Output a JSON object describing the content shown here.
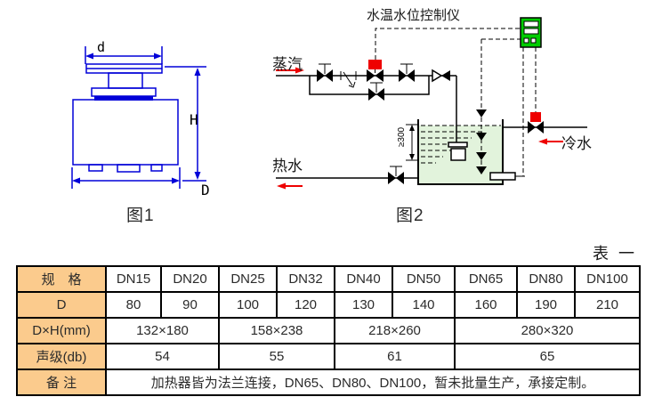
{
  "figure1": {
    "caption": "图1",
    "dim_top": "d",
    "dim_height": "H",
    "dim_diameter": "D",
    "line_color": "#0000d8"
  },
  "figure2": {
    "caption": "图2",
    "controller_label": "水温水位控制仪",
    "steam_label": "蒸汽",
    "hot_water_label": "热水",
    "cold_water_label": "冷水",
    "min_depth_label": "≥300",
    "accent_red": "#ee0000",
    "controller_green": "#00cc00",
    "tank_fill": "#e2f3dc"
  },
  "table": {
    "title": "表 一",
    "header_bg": "#fbcb8d",
    "rows": {
      "spec": {
        "label": "规　格",
        "values": [
          "DN15",
          "DN20",
          "DN25",
          "DN32",
          "DN40",
          "DN50",
          "DN65",
          "DN80",
          "DN100"
        ]
      },
      "d": {
        "label": "D",
        "values": [
          "80",
          "90",
          "100",
          "120",
          "130",
          "140",
          "160",
          "190",
          "210"
        ]
      },
      "dxh": {
        "label": "D×H(mm)",
        "values": [
          "132×180",
          "158×238",
          "218×260",
          "280×320"
        ]
      },
      "sound": {
        "label": "声级(db)",
        "values": [
          "54",
          "55",
          "61",
          "65"
        ]
      },
      "note": {
        "label": "备 注",
        "value": "加热器皆为法兰连接，DN65、DN80、DN100，暂未批量生产，承接定制。"
      }
    }
  }
}
